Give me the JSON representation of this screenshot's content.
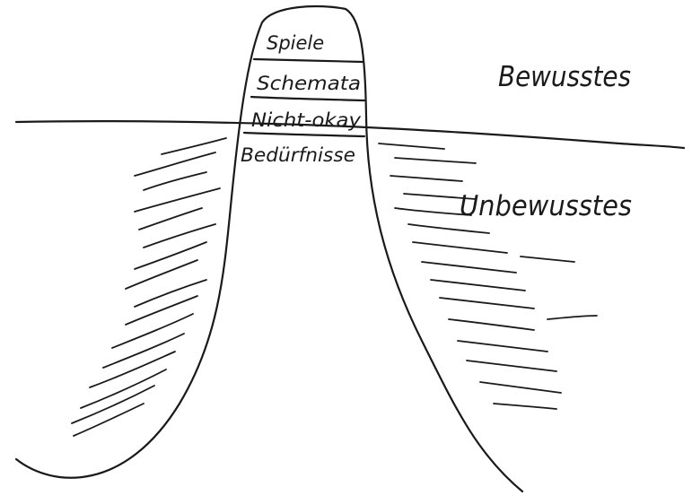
{
  "labels": {
    "conscious": "Bewusstes",
    "unconscious": "Unbewusstes"
  },
  "layers": [
    {
      "label": "Spiele"
    },
    {
      "label": "Schemata"
    },
    {
      "label": "Nicht-okay"
    },
    {
      "label": "Bedürfnisse"
    }
  ],
  "colors": {
    "ink": "#1a1a1a",
    "paper": "#ffffff"
  }
}
